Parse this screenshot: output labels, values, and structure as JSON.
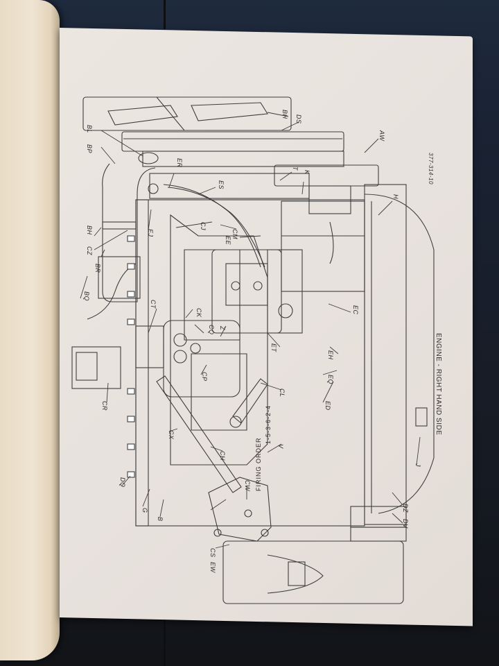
{
  "document": {
    "caption": "ENGINE - RIGHT HAND SIDE",
    "reference_code": "377-314-10",
    "firing_order_label": "FIRING ORDER",
    "firing_order_sequence": "1-5-3-6-2-4"
  },
  "colors": {
    "page": "#e8e2de",
    "ink": "#3a3a3a",
    "left_page": "#ece0cc",
    "background": "#171c26"
  },
  "callouts": [
    {
      "id": "BH_top",
      "text": "BH"
    },
    {
      "id": "DS",
      "text": "DS"
    },
    {
      "id": "AW",
      "text": "AW"
    },
    {
      "id": "BL",
      "text": "BL"
    },
    {
      "id": "BP",
      "text": "BP"
    },
    {
      "id": "ER",
      "text": "ER"
    },
    {
      "id": "ES",
      "text": "ES"
    },
    {
      "id": "T",
      "text": "T"
    },
    {
      "id": "K",
      "text": "K"
    },
    {
      "id": "H",
      "text": "H"
    },
    {
      "id": "BH_left",
      "text": "BH"
    },
    {
      "id": "CZ",
      "text": "CZ"
    },
    {
      "id": "EJ",
      "text": "EJ"
    },
    {
      "id": "CJ",
      "text": "CJ"
    },
    {
      "id": "CM",
      "text": "CM"
    },
    {
      "id": "EE",
      "text": "EE"
    },
    {
      "id": "BR",
      "text": "BR"
    },
    {
      "id": "BQ",
      "text": "BQ"
    },
    {
      "id": "EC",
      "text": "EC"
    },
    {
      "id": "CT",
      "text": "CT"
    },
    {
      "id": "CK",
      "text": "CK"
    },
    {
      "id": "CQ",
      "text": "CQ"
    },
    {
      "id": "Z",
      "text": "Z"
    },
    {
      "id": "ET",
      "text": "ET"
    },
    {
      "id": "EH",
      "text": "EH"
    },
    {
      "id": "EQ",
      "text": "EQ"
    },
    {
      "id": "ED",
      "text": "ED"
    },
    {
      "id": "CP",
      "text": "CP"
    },
    {
      "id": "CL",
      "text": "CL"
    },
    {
      "id": "CR",
      "text": "CR"
    },
    {
      "id": "CX",
      "text": "CX"
    },
    {
      "id": "CH",
      "text": "CH"
    },
    {
      "id": "V",
      "text": "V"
    },
    {
      "id": "J",
      "text": "J"
    },
    {
      "id": "DQ",
      "text": "DQ"
    },
    {
      "id": "CW",
      "text": "CW"
    },
    {
      "id": "G",
      "text": "G"
    },
    {
      "id": "B",
      "text": "B"
    },
    {
      "id": "CS",
      "text": "CS"
    },
    {
      "id": "EW",
      "text": "EW"
    },
    {
      "id": "DZ",
      "text": "DZ"
    },
    {
      "id": "DV",
      "text": "DV"
    }
  ]
}
